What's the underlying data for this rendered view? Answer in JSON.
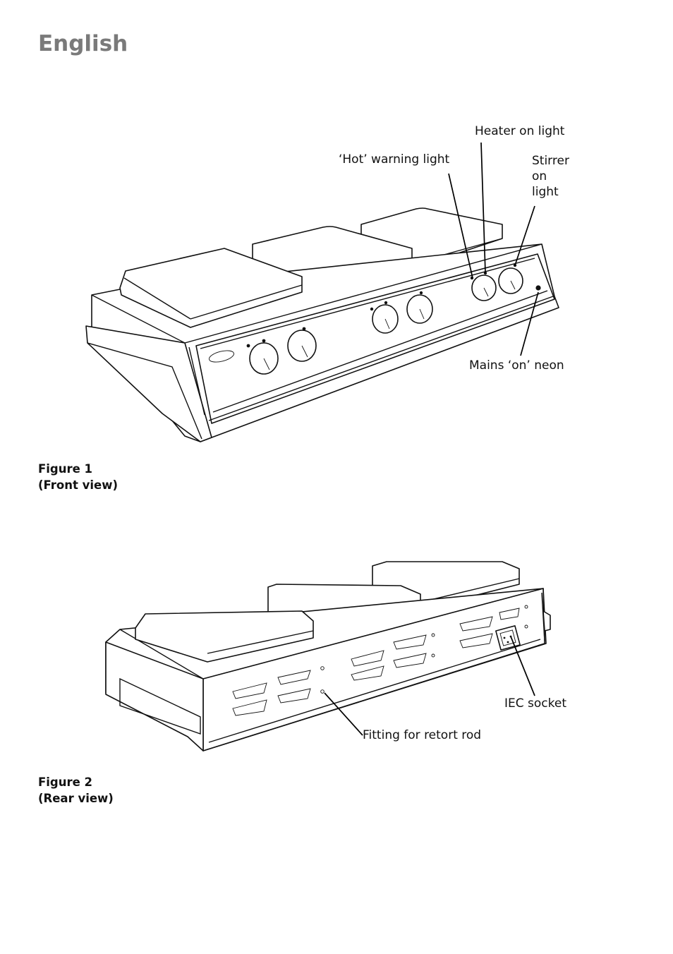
{
  "page": {
    "heading": "English"
  },
  "figure1": {
    "labels": {
      "heater_on_light": "Heater on light",
      "hot_warning_light": "‘Hot’ warning light",
      "stirrer_on_light": [
        "Stirrer",
        "on",
        "light"
      ],
      "mains_on_neon": "Mains ‘on’ neon"
    },
    "caption": [
      "Figure 1",
      "(Front view)"
    ]
  },
  "figure2": {
    "labels": {
      "iec_socket": "IEC socket",
      "retort_rod_fitting": "Fitting for retort rod"
    },
    "caption": [
      "Figure 2",
      "(Rear view)"
    ]
  }
}
